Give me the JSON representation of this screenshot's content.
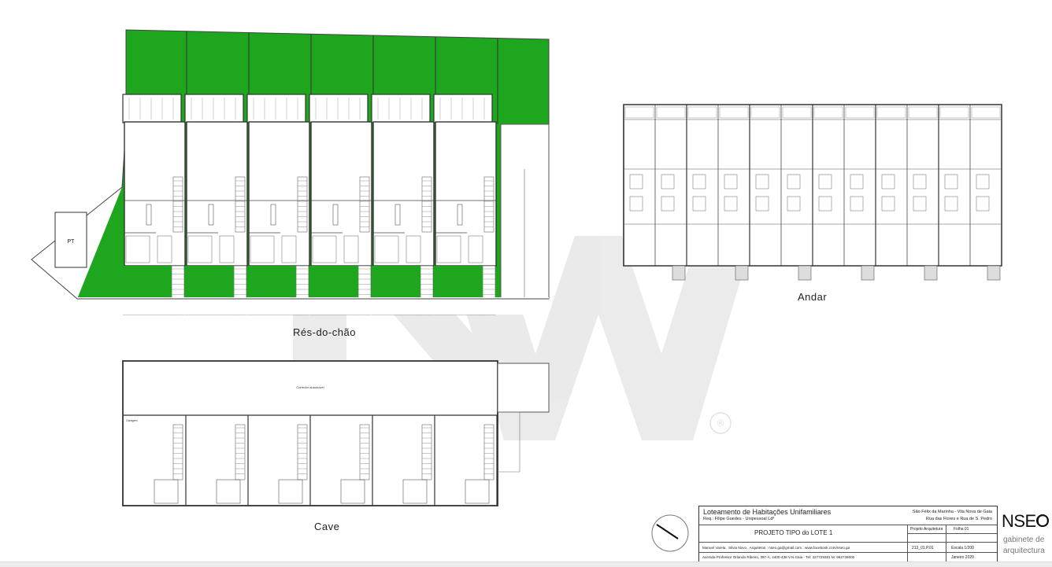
{
  "plans": {
    "ground_floor_label": "Rés-do-chão",
    "upper_floor_label": "Andar",
    "basement_label": "Cave",
    "pt_label": "PT",
    "basement_corridor_label": "Corredor automóvel",
    "basement_garage_label": "Garagem"
  },
  "title_block": {
    "title": "Loteamento de Habitações Unifamiliares",
    "requester": "Req.: Filipe Guedes - Unipessoal Ldª",
    "location_line1": "São Félix da Marinha - Vila Nova de Gaia",
    "location_line2": "Rua das Flores e Rua de S. Pedro",
    "project": "PROJETO TIPO do LOTE 1",
    "col_project_type": "Projeto Arquitetura",
    "col_sheet": "Folha 01",
    "authors": "Manuel Varela . Silvia Novo . Arquitetos : nseo.ga@gmail.com : www.facebook.com/nseo.ga",
    "address": "Avenida Professor Orlando Ribeiro, 397-A, 4400-438 V.N.Gaia - Tel: 227729381 M: 962739000",
    "drawing_code": "213_01.P.01",
    "scale": "Escala 1/200",
    "date": "Janeiro 2020"
  },
  "logo": {
    "name": "NSEO",
    "subtitle_line1": "gabinete de",
    "subtitle_line2": "arquitectura"
  },
  "watermark": {
    "registered_mark": "®"
  },
  "colors": {
    "garden_green": "#1fa61f",
    "wall": "#333333",
    "watermark": "#d9d9d9"
  }
}
